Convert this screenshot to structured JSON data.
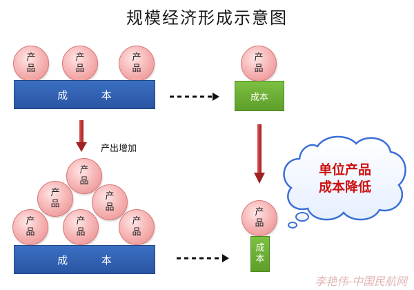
{
  "title": "规模经济形成示意图",
  "product_label": "产品",
  "cost_label": "成本",
  "cost_label_spaced": "成 本",
  "increase_label": "产出增加",
  "cloud_line1": "单位产品",
  "cloud_line2": "成本降低",
  "watermark": "李艳伟-中国民航网",
  "colors": {
    "ball": "#f4a9a9",
    "blue_bar": "#2f5eb0",
    "green_bar": "#6aae33",
    "red_arrow": "#c0392b",
    "cloud_text": "#cc1111"
  }
}
